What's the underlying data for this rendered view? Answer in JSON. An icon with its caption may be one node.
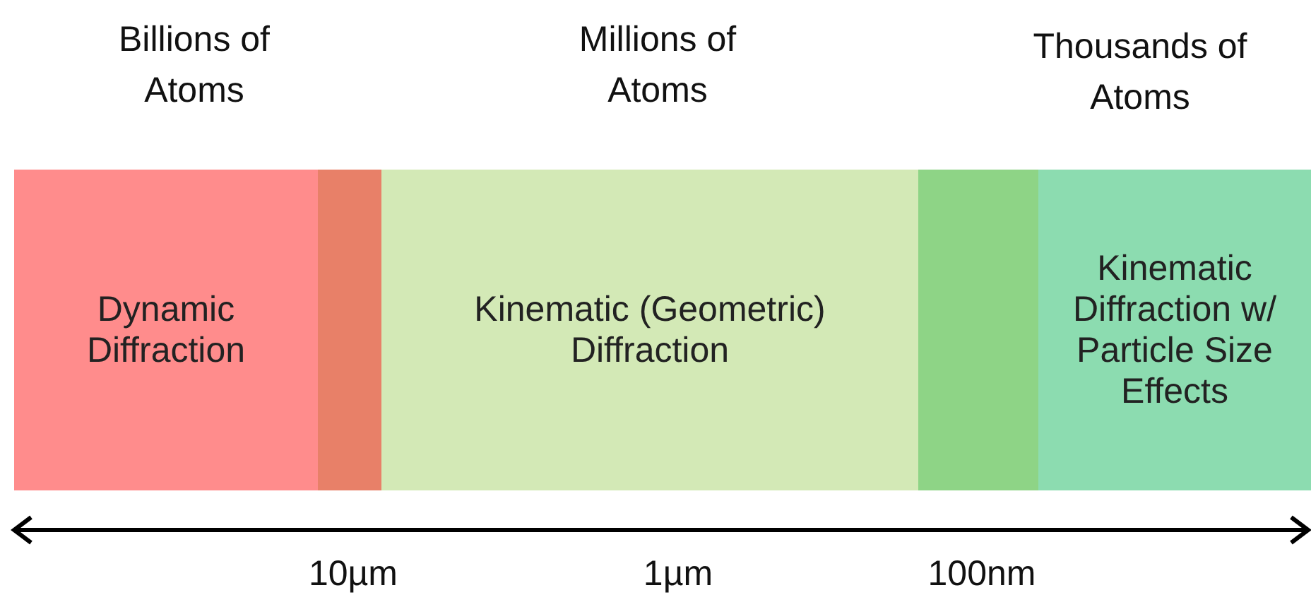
{
  "diagram": {
    "nodes": [
      {
        "text": [
          "Dynamic Diffraction"
        ]
      },
      {
        "text": [],
        "shape": "bar"
      },
      {
        "text": [
          "Kinematic (Geometric) Diffraction"
        ]
      },
      {
        "text": [],
        "shape": "bar"
      },
      {
        "text": [
          "Kinematic Diffraction w/ Particle Size Effects"
        ]
      }
    ],
    "labels": [
      "Billions of Atoms",
      "Millions of Atoms",
      "Thousands of Atoms",
      "10µm",
      "1µm",
      "100nm"
    ]
  }
}
